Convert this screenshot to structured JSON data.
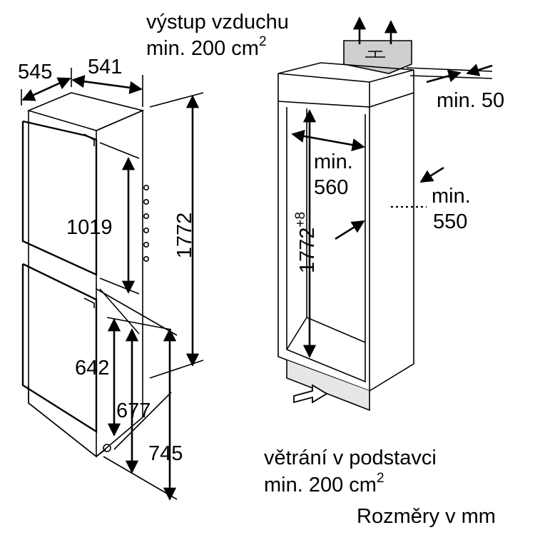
{
  "labels": {
    "air_outlet_line1": "výstup vzduchu",
    "air_outlet_line2": "min. 200 cm",
    "air_outlet_sup": "2",
    "dim_545": "545",
    "dim_541": "541",
    "dim_1019": "1019",
    "dim_1772": "1772",
    "dim_642": "642",
    "dim_677": "677",
    "dim_745": "745",
    "min_50": "min. 50",
    "min_560_line1": "min.",
    "min_560_line2": "560",
    "min_550_line1": "min.",
    "min_550_line2": "550",
    "niche_height": "1772",
    "niche_height_sup": "+8",
    "base_vent_line1": "větrání v podstavci",
    "base_vent_line2": "min. 200 cm",
    "base_vent_sup": "2",
    "units_note": "Rozměry v mm"
  }
}
